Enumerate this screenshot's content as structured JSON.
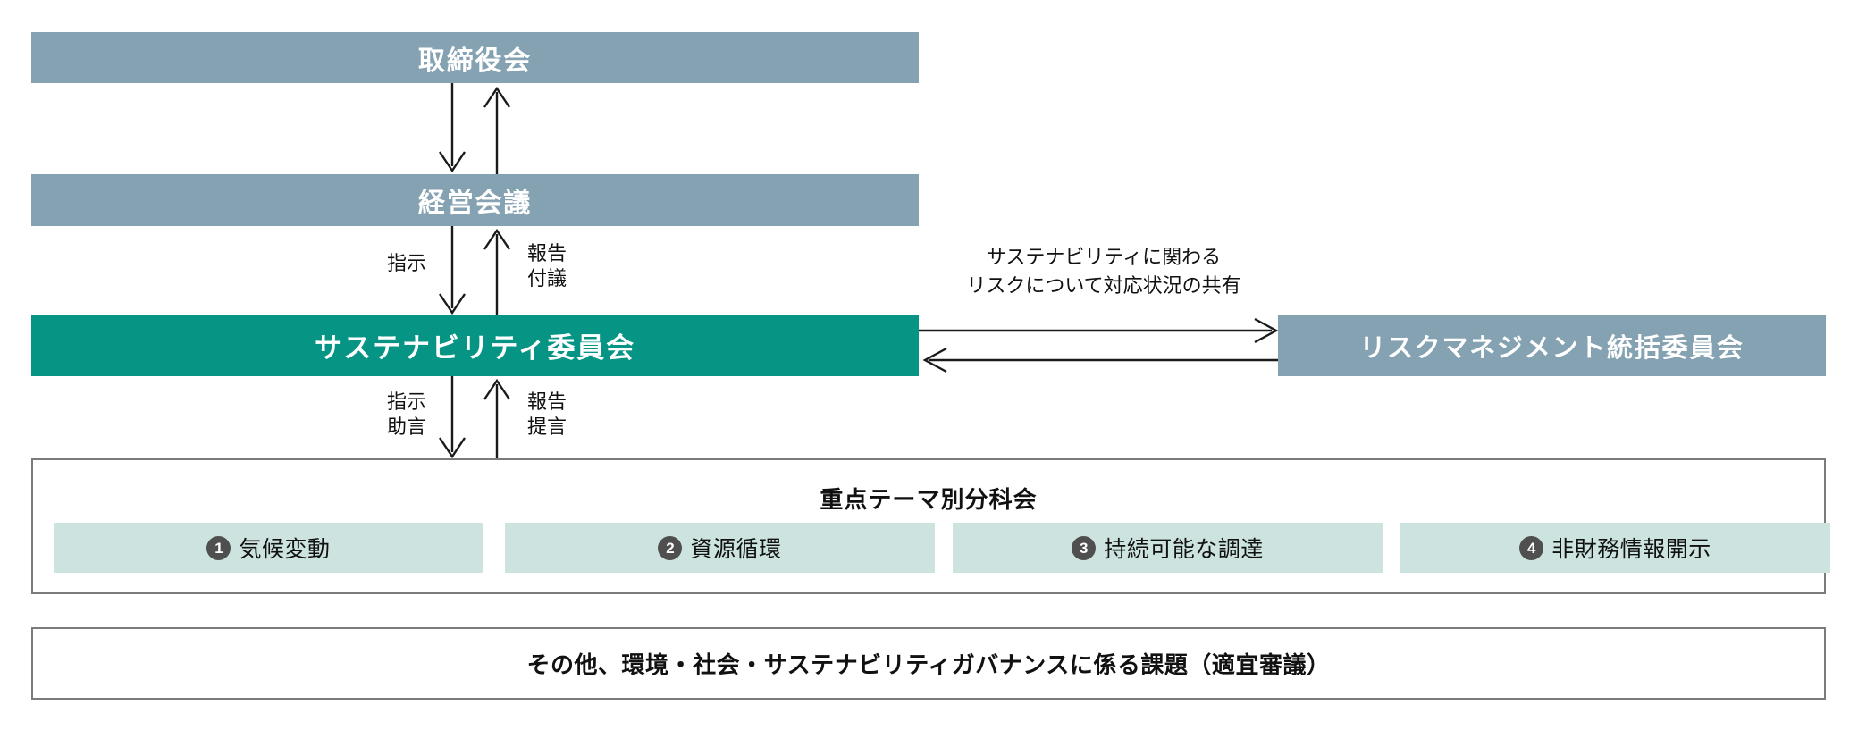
{
  "diagram": {
    "title_hidden": "",
    "colors": {
      "slate": "#85a2b2",
      "teal": "#069484",
      "subitem_bg": "#cce3df",
      "border": "#7b7b7b",
      "number_badge": "#4f4f4f"
    },
    "boxes": {
      "board_of_directors": "取締役会",
      "management_meeting": "経営会議",
      "sustainability_committee": "サステナビリティ委員会",
      "risk_management_committee": "リスクマネジメント統括委員会"
    },
    "flow_labels": {
      "board_to_management_down": "",
      "management_to_sustainability_down": "指示",
      "management_to_sustainability_up": "報告\n付議",
      "sustainability_to_sub_down": "指示\n助言",
      "sustainability_to_sub_up": "報告\n提言",
      "risk_share": "サステナビリティに関わる\nリスクについて対応状況の共有"
    },
    "subcommittee_panel": {
      "title": "重点テーマ別分科会",
      "items": [
        {
          "number": "1",
          "label": "気候変動"
        },
        {
          "number": "2",
          "label": "資源循環"
        },
        {
          "number": "3",
          "label": "持続可能な調達"
        },
        {
          "number": "4",
          "label": "非財務情報開示"
        }
      ]
    },
    "other_topics_box": {
      "label": "その他、環境・社会・サステナビリティガバナンスに係る課題（適宜審議）"
    }
  }
}
